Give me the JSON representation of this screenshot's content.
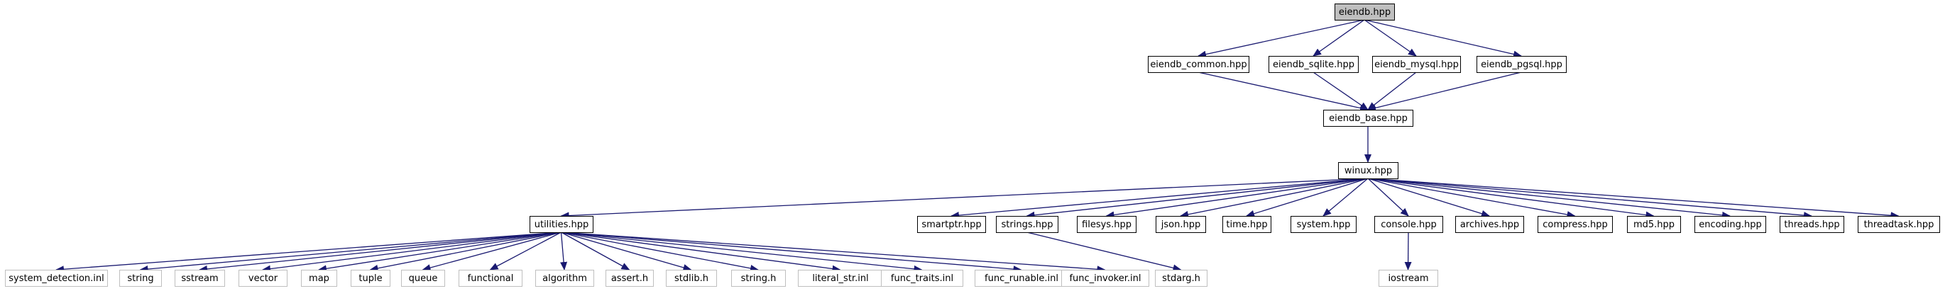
{
  "colors": {
    "edge": "#191970",
    "node_border": "#000000",
    "node_border_ext": "#bfbfbf",
    "node_fill": "#ffffff",
    "node_fill_root": "#bfbfbf",
    "text": "#000000"
  },
  "nodes": {
    "eiendb_hpp": "eiendb.hpp",
    "eiendb_common": "eiendb_common.hpp",
    "eiendb_sqlite": "eiendb_sqlite.hpp",
    "eiendb_mysql": "eiendb_mysql.hpp",
    "eiendb_pgsql": "eiendb_pgsql.hpp",
    "eiendb_base": "eiendb_base.hpp",
    "winux": "winux.hpp",
    "utilities": "utilities.hpp",
    "smartptr": "smartptr.hpp",
    "strings": "strings.hpp",
    "filesys": "filesys.hpp",
    "json": "json.hpp",
    "time": "time.hpp",
    "system": "system.hpp",
    "console": "console.hpp",
    "archives": "archives.hpp",
    "compress": "compress.hpp",
    "md5": "md5.hpp",
    "encoding": "encoding.hpp",
    "threads": "threads.hpp",
    "threadtask": "threadtask.hpp",
    "system_detection": "system_detection.inl",
    "string": "string",
    "sstream": "sstream",
    "vector": "vector",
    "map": "map",
    "tuple": "tuple",
    "queue": "queue",
    "functional": "functional",
    "algorithm": "algorithm",
    "assert_h": "assert.h",
    "stdlib_h": "stdlib.h",
    "string_h": "string.h",
    "literal_str": "literal_str.inl",
    "func_traits": "func_traits.inl",
    "func_runable": "func_runable.inl",
    "func_invoker": "func_invoker.inl",
    "stdarg_h": "stdarg.h",
    "iostream": "iostream"
  }
}
